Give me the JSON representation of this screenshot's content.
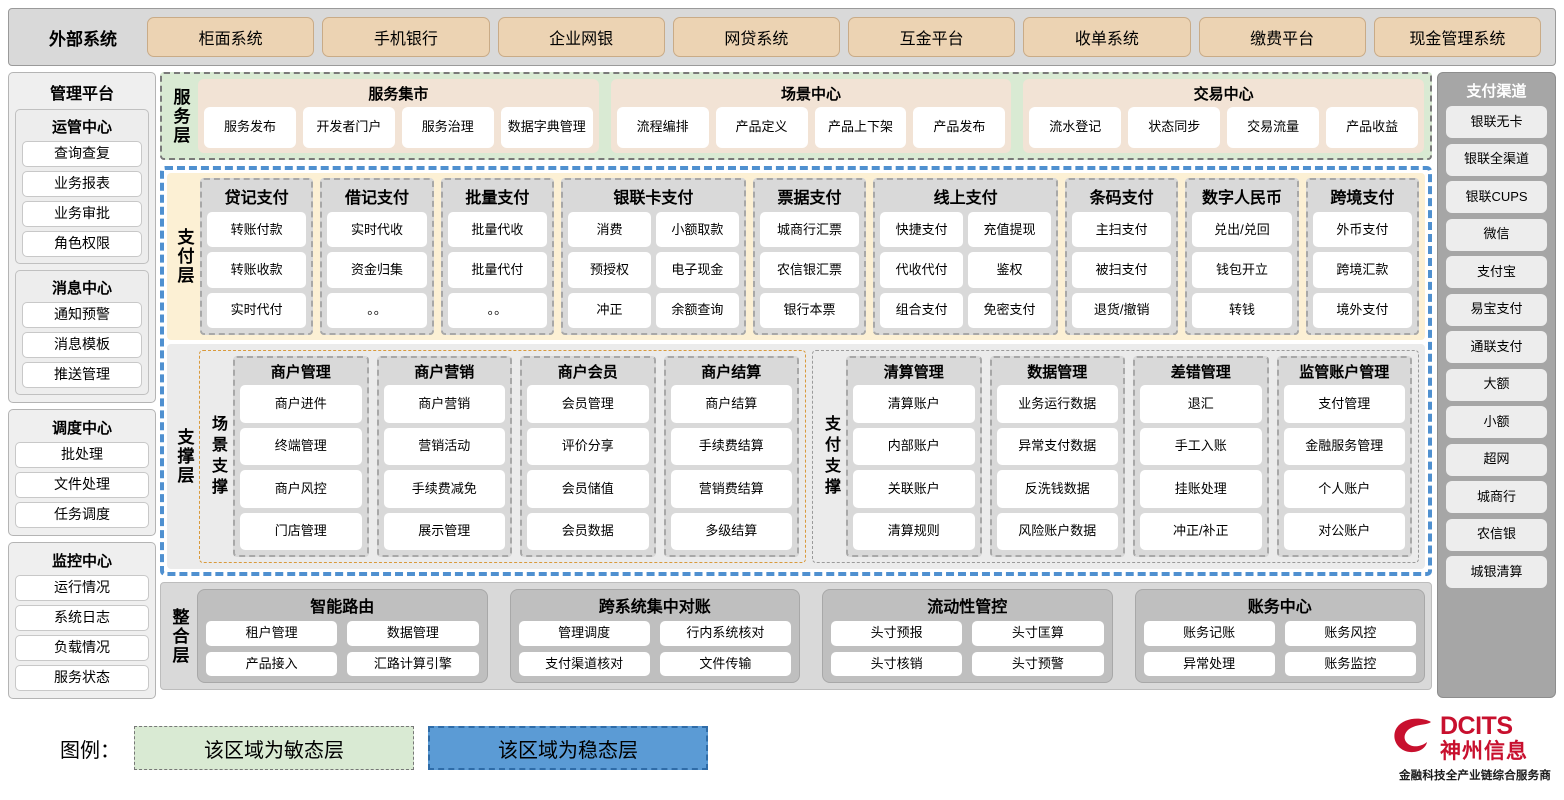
{
  "external": {
    "title": "外部系统",
    "items": [
      "柜面系统",
      "手机银行",
      "企业网银",
      "网贷系统",
      "互金平台",
      "收单系统",
      "缴费平台",
      "现金管理系统"
    ]
  },
  "management_platform": {
    "title": "管理平台",
    "groups": [
      {
        "title": "运管中心",
        "items": [
          "查询查复",
          "业务报表",
          "业务审批",
          "角色权限"
        ]
      },
      {
        "title": "消息中心",
        "items": [
          "通知预警",
          "消息模板",
          "推送管理"
        ]
      }
    ],
    "standalone_groups": [
      {
        "title": "调度中心",
        "items": [
          "批处理",
          "文件处理",
          "任务调度"
        ]
      },
      {
        "title": "监控中心",
        "items": [
          "运行情况",
          "系统日志",
          "负载情况",
          "服务状态"
        ]
      }
    ]
  },
  "payment_channels": {
    "title": "支付渠道",
    "items": [
      "银联无卡",
      "银联全渠道",
      "银联CUPS",
      "微信",
      "支付宝",
      "易宝支付",
      "通联支付",
      "大额",
      "小额",
      "超网",
      "城商行",
      "农信银",
      "城银清算"
    ]
  },
  "service_layer": {
    "title": "服务层",
    "groups": [
      {
        "title": "服务集市",
        "items": [
          "服务发布",
          "开发者门户",
          "服务治理",
          "数据字典管理"
        ]
      },
      {
        "title": "场景中心",
        "items": [
          "流程编排",
          "产品定义",
          "产品上下架",
          "产品发布"
        ]
      },
      {
        "title": "交易中心",
        "items": [
          "流水登记",
          "状态同步",
          "交易流量",
          "产品收益"
        ]
      }
    ]
  },
  "payment_layer": {
    "title": "支付层",
    "groups": [
      {
        "title": "贷记支付",
        "cols": 1,
        "items": [
          "转账付款",
          "转账收款",
          "实时代付"
        ]
      },
      {
        "title": "借记支付",
        "cols": 1,
        "items": [
          "实时代收",
          "资金归集",
          "。。"
        ]
      },
      {
        "title": "批量支付",
        "cols": 1,
        "items": [
          "批量代收",
          "批量代付",
          "。。"
        ]
      },
      {
        "title": "银联卡支付",
        "cols": 2,
        "items": [
          "消费",
          "小额取款",
          "预授权",
          "电子现金",
          "冲正",
          "余额查询"
        ]
      },
      {
        "title": "票据支付",
        "cols": 1,
        "items": [
          "城商行汇票",
          "农信银汇票",
          "银行本票"
        ]
      },
      {
        "title": "线上支付",
        "cols": 2,
        "items": [
          "快捷支付",
          "充值提现",
          "代收代付",
          "鉴权",
          "组合支付",
          "免密支付"
        ]
      },
      {
        "title": "条码支付",
        "cols": 1,
        "items": [
          "主扫支付",
          "被扫支付",
          "退货/撤销"
        ]
      },
      {
        "title": "数字人民币",
        "cols": 1,
        "items": [
          "兑出/兑回",
          "钱包开立",
          "转钱"
        ]
      },
      {
        "title": "跨境支付",
        "cols": 1,
        "items": [
          "外币支付",
          "跨境汇款",
          "境外支付"
        ]
      }
    ]
  },
  "support_layer": {
    "title": "支撑层",
    "halves": [
      {
        "title": "场景支撑",
        "groups": [
          {
            "title": "商户管理",
            "items": [
              "商户进件",
              "终端管理",
              "商户风控",
              "门店管理"
            ]
          },
          {
            "title": "商户营销",
            "items": [
              "商户营销",
              "营销活动",
              "手续费减免",
              "展示管理"
            ]
          },
          {
            "title": "商户会员",
            "items": [
              "会员管理",
              "评价分享",
              "会员储值",
              "会员数据"
            ]
          },
          {
            "title": "商户结算",
            "items": [
              "商户结算",
              "手续费结算",
              "营销费结算",
              "多级结算"
            ]
          }
        ]
      },
      {
        "title": "支付支撑",
        "groups": [
          {
            "title": "清算管理",
            "items": [
              "清算账户",
              "内部账户",
              "关联账户",
              "清算规则"
            ]
          },
          {
            "title": "数据管理",
            "items": [
              "业务运行数据",
              "异常支付数据",
              "反洗钱数据",
              "风险账户数据"
            ]
          },
          {
            "title": "差错管理",
            "items": [
              "退汇",
              "手工入账",
              "挂账处理",
              "冲正/补正"
            ]
          },
          {
            "title": "监管账户管理",
            "items": [
              "支付管理",
              "金融服务管理",
              "个人账户",
              "对公账户"
            ]
          }
        ]
      }
    ]
  },
  "integration_layer": {
    "title": "整合层",
    "groups": [
      {
        "title": "智能路由",
        "items": [
          "租户管理",
          "数据管理",
          "产品接入",
          "汇路计算引擎"
        ]
      },
      {
        "title": "跨系统集中对账",
        "items": [
          "管理调度",
          "行内系统核对",
          "支付渠道核对",
          "文件传输"
        ]
      },
      {
        "title": "流动性管控",
        "items": [
          "头寸预报",
          "头寸匡算",
          "头寸核销",
          "头寸预警"
        ]
      },
      {
        "title": "账务中心",
        "items": [
          "账务记账",
          "账务风控",
          "异常处理",
          "账务监控"
        ]
      }
    ]
  },
  "legend": {
    "label": "图例：",
    "agile": "该区域为敏态层",
    "stable": "该区域为稳态层"
  },
  "logo": {
    "en": "DCITS",
    "cn": "神州信息",
    "tagline": "金融科技全产业链综合服务商"
  },
  "colors": {
    "agile": "#d9ead3",
    "stable": "#5b9bd5",
    "external_chip": "#ecd3b3",
    "payment_layer_bg": "#fcf0d4",
    "brand_red": "#c8102e"
  }
}
